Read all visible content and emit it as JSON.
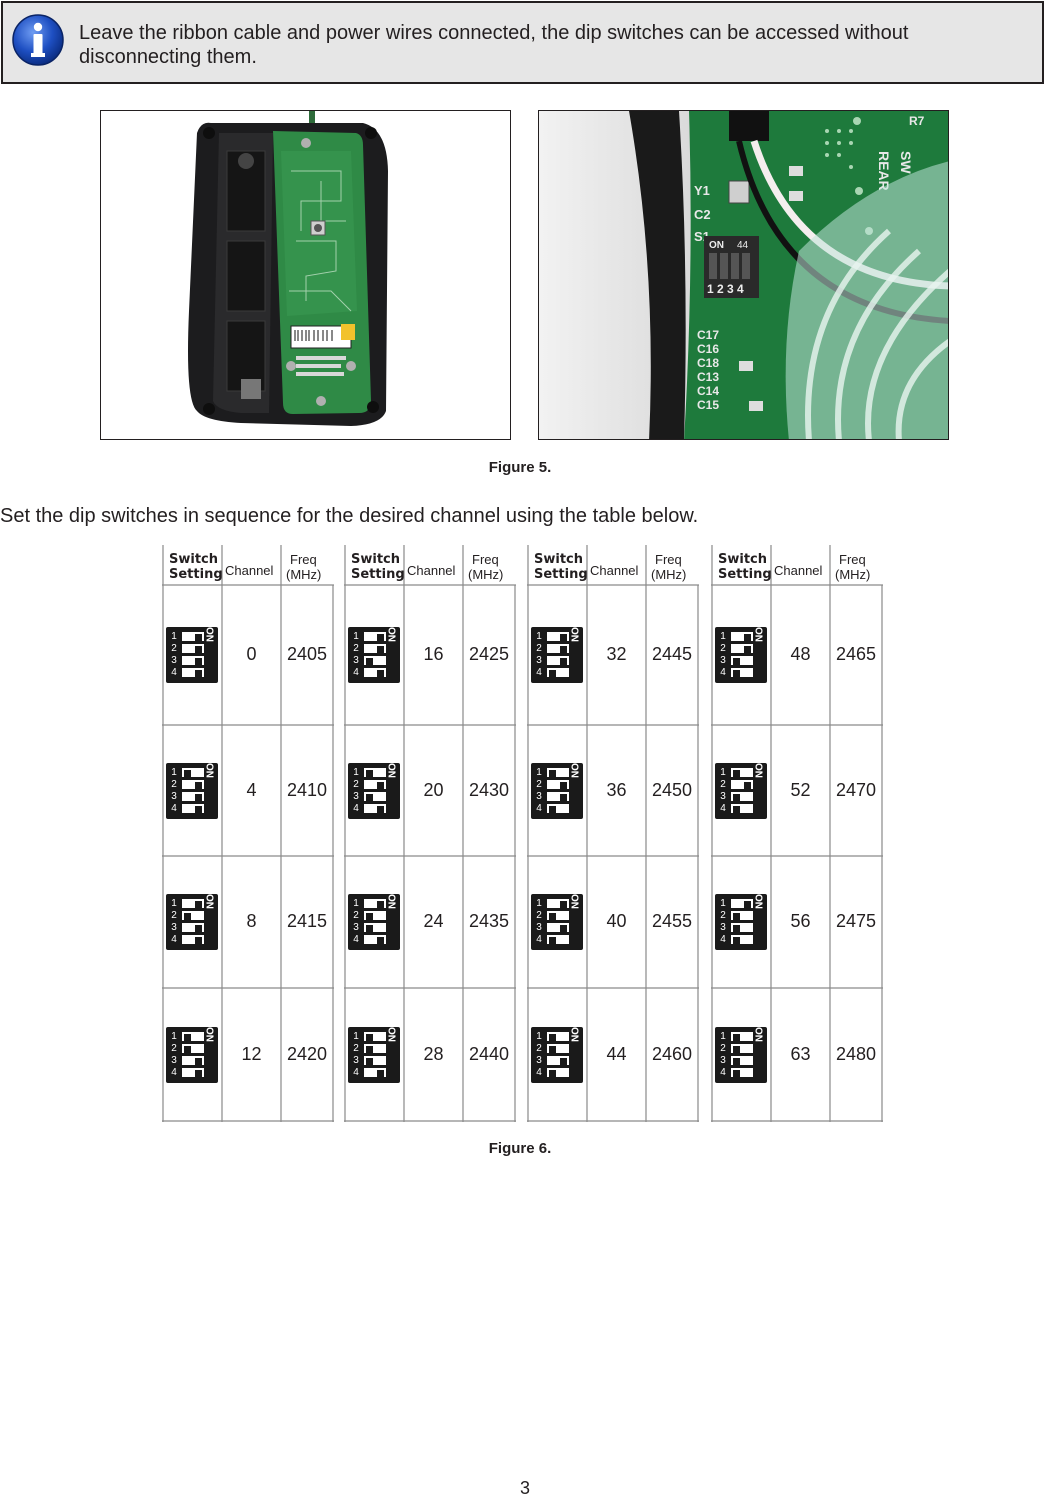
{
  "note": {
    "text": "Leave the ribbon cable and power wires connected, the dip switches can be accessed without disconnecting them.",
    "icon": "info-icon",
    "icon_color": "#1e4fc2"
  },
  "figure5": {
    "caption": "Figure 5.",
    "left_photo": "remote-circuit-board-photo",
    "right_photo": "dip-switch-closeup-photo",
    "right_photo_labels": {
      "dip_on": "ON",
      "dip_part": "44",
      "dip_numbers": "1 2 3 4",
      "component_labels": [
        "Y1",
        "C2",
        "S1",
        "C17",
        "C16",
        "C18",
        "C13",
        "C14",
        "C15",
        "R7",
        "REAR",
        "SW"
      ]
    }
  },
  "instruction": "Set the dip switches in sequence for the desired channel using the table below.",
  "channel_table": {
    "headers": {
      "switch": "Switch Setting",
      "switch_line1": "Switch",
      "switch_line2": "Setting",
      "channel": "Channel",
      "freq_line1": "Freq",
      "freq_line2": "(MHz)"
    },
    "dip_on_label": "ON",
    "dip_numbers": [
      "1",
      "2",
      "3",
      "4"
    ],
    "blocks": [
      {
        "rows": [
          {
            "switches": [
              0,
              0,
              0,
              0
            ],
            "channel": "0",
            "freq": "2405"
          },
          {
            "switches": [
              1,
              0,
              0,
              0
            ],
            "channel": "4",
            "freq": "2410"
          },
          {
            "switches": [
              0,
              1,
              0,
              0
            ],
            "channel": "8",
            "freq": "2415"
          },
          {
            "switches": [
              1,
              1,
              0,
              0
            ],
            "channel": "12",
            "freq": "2420"
          }
        ]
      },
      {
        "rows": [
          {
            "switches": [
              0,
              0,
              1,
              0
            ],
            "channel": "16",
            "freq": "2425"
          },
          {
            "switches": [
              1,
              0,
              1,
              0
            ],
            "channel": "20",
            "freq": "2430"
          },
          {
            "switches": [
              0,
              1,
              1,
              0
            ],
            "channel": "24",
            "freq": "2435"
          },
          {
            "switches": [
              1,
              1,
              1,
              0
            ],
            "channel": "28",
            "freq": "2440"
          }
        ]
      },
      {
        "rows": [
          {
            "switches": [
              0,
              0,
              0,
              1
            ],
            "channel": "32",
            "freq": "2445"
          },
          {
            "switches": [
              1,
              0,
              0,
              1
            ],
            "channel": "36",
            "freq": "2450"
          },
          {
            "switches": [
              0,
              1,
              0,
              1
            ],
            "channel": "40",
            "freq": "2455"
          },
          {
            "switches": [
              1,
              1,
              0,
              1
            ],
            "channel": "44",
            "freq": "2460"
          }
        ]
      },
      {
        "rows": [
          {
            "switches": [
              0,
              0,
              1,
              1
            ],
            "channel": "48",
            "freq": "2465"
          },
          {
            "switches": [
              1,
              0,
              1,
              1
            ],
            "channel": "52",
            "freq": "2470"
          },
          {
            "switches": [
              0,
              1,
              1,
              1
            ],
            "channel": "56",
            "freq": "2475"
          },
          {
            "switches": [
              1,
              1,
              1,
              1
            ],
            "channel": "63",
            "freq": "2480"
          }
        ]
      }
    ]
  },
  "figure6": {
    "caption": "Figure 6."
  },
  "page_number": "3"
}
